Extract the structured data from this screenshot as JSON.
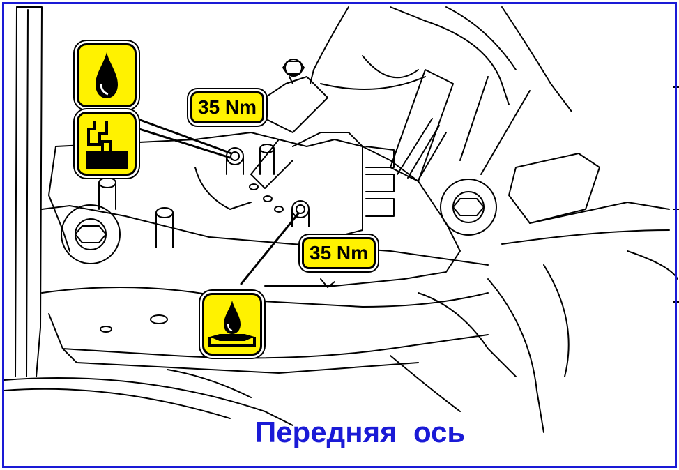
{
  "labels": {
    "torque_upper": "35 Nm",
    "torque_lower": "35 Nm"
  },
  "caption": "Передняя  ось",
  "icons": {
    "upper_symbol_top": "oil-drop-icon",
    "upper_symbol_bottom": "gasket-sealant-icon",
    "lower_symbol": "oil-bath-icon"
  },
  "colors": {
    "frame": "#1a1ad6",
    "caption": "#1a1ad6",
    "badge_fill": "#fff200",
    "line_art": "#000000"
  }
}
